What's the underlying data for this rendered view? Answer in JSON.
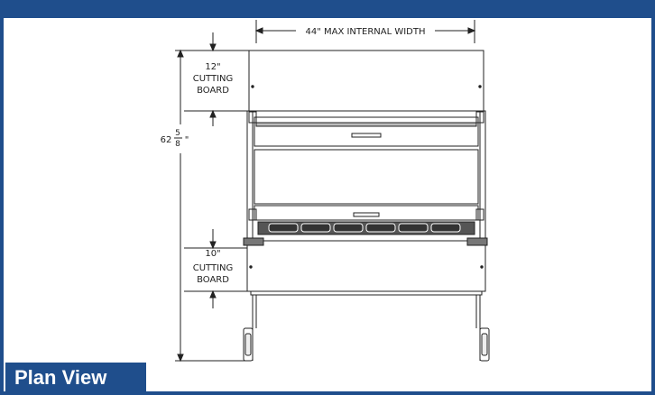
{
  "colors": {
    "frame": "#1f4e8c",
    "drawing_line": "#222222",
    "label_text": "#ffffff"
  },
  "dimensions": {
    "width_label": "44\" MAX INTERNAL WIDTH",
    "height_whole": "62",
    "height_num": "5",
    "height_den": "8",
    "height_unit": "\"",
    "top_board_size": "12\"",
    "top_board_line1": "CUTTING",
    "top_board_line2": "BOARD",
    "bottom_board_size": "10\"",
    "bottom_board_line1": "CUTTING",
    "bottom_board_line2": "BOARD"
  },
  "view_label": "Plan View"
}
